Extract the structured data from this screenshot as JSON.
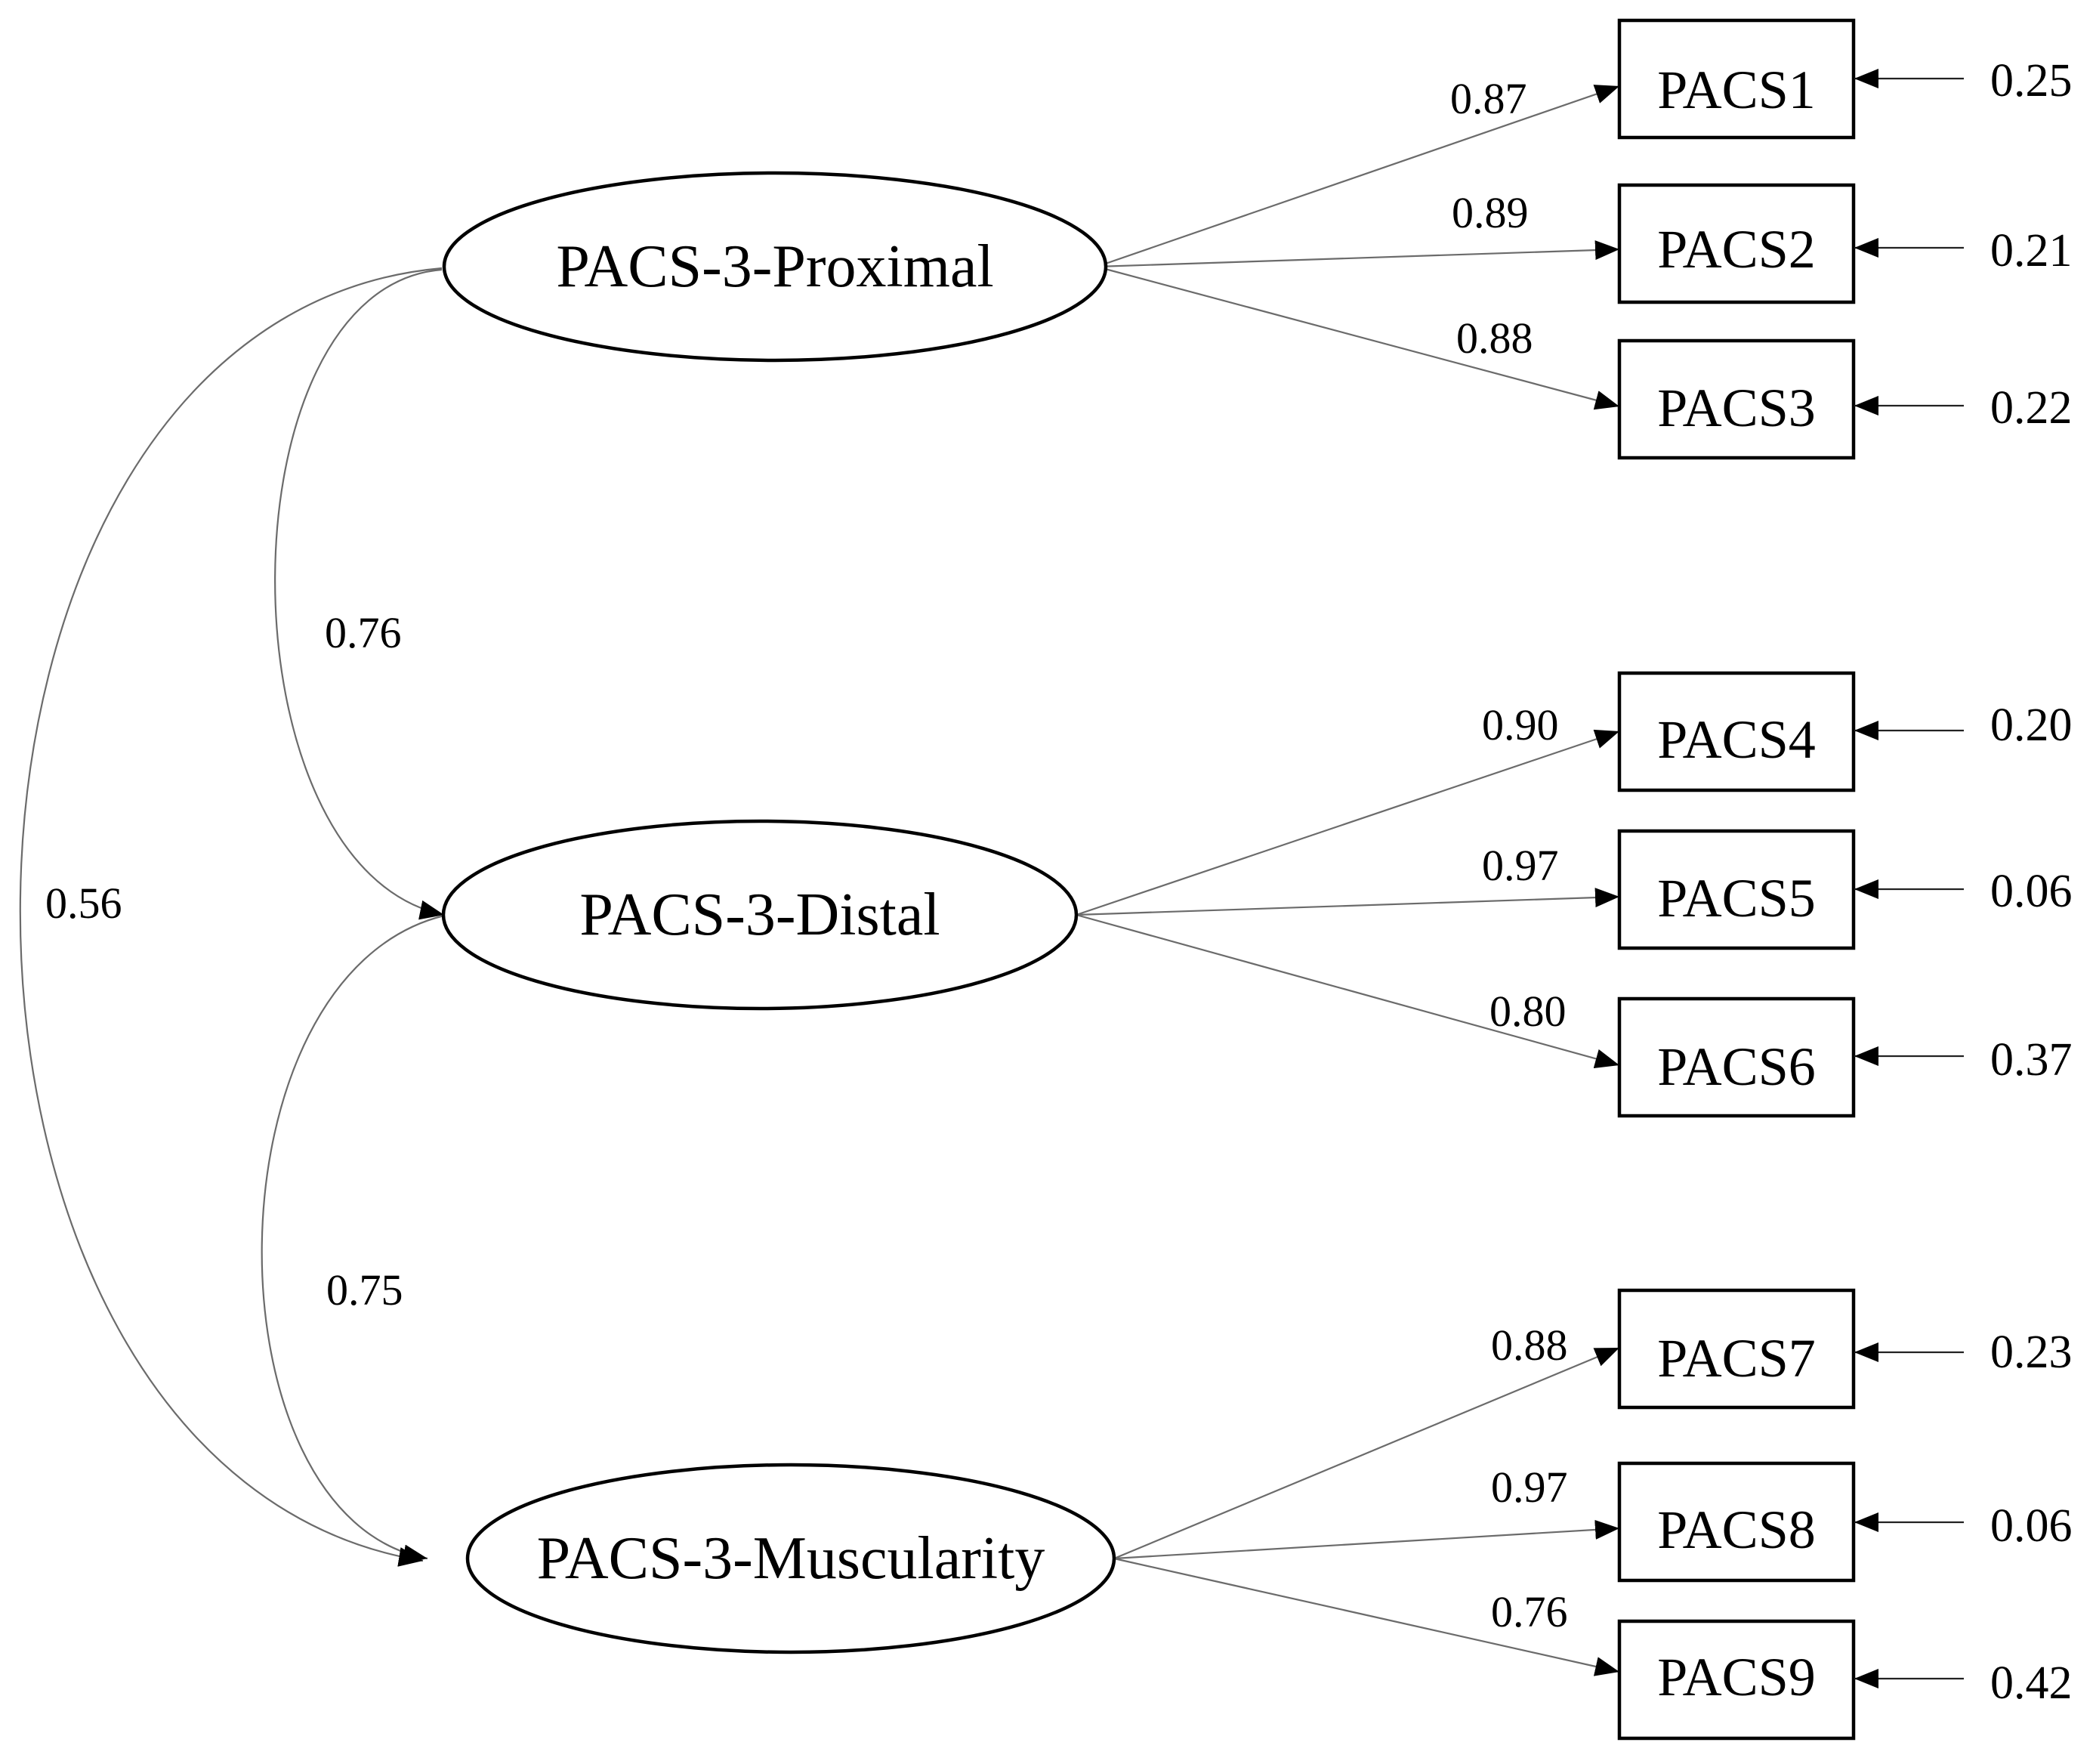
{
  "latents": [
    {
      "id": "proximal",
      "label": "PACS-3-Proximal"
    },
    {
      "id": "distal",
      "label": "PACS-3-Distal"
    },
    {
      "id": "muscularity",
      "label": "PACS-3-Muscularity"
    }
  ],
  "indicators": [
    {
      "label": "PACS1",
      "factor": "proximal",
      "loading": "0.87",
      "residual": "0.25"
    },
    {
      "label": "PACS2",
      "factor": "proximal",
      "loading": "0.89",
      "residual": "0.21"
    },
    {
      "label": "PACS3",
      "factor": "proximal",
      "loading": "0.88",
      "residual": "0.22"
    },
    {
      "label": "PACS4",
      "factor": "distal",
      "loading": "0.90",
      "residual": "0.20"
    },
    {
      "label": "PACS5",
      "factor": "distal",
      "loading": "0.97",
      "residual": "0.06"
    },
    {
      "label": "PACS6",
      "factor": "distal",
      "loading": "0.80",
      "residual": "0.37"
    },
    {
      "label": "PACS7",
      "factor": "muscularity",
      "loading": "0.88",
      "residual": "0.23"
    },
    {
      "label": "PACS8",
      "factor": "muscularity",
      "loading": "0.97",
      "residual": "0.06"
    },
    {
      "label": "PACS9",
      "factor": "muscularity",
      "loading": "0.76",
      "residual": "0.42"
    }
  ],
  "correlations": [
    {
      "from": "proximal",
      "to": "distal",
      "value": "0.76"
    },
    {
      "from": "distal",
      "to": "muscularity",
      "value": "0.75"
    },
    {
      "from": "proximal",
      "to": "muscularity",
      "value": "0.56"
    }
  ]
}
